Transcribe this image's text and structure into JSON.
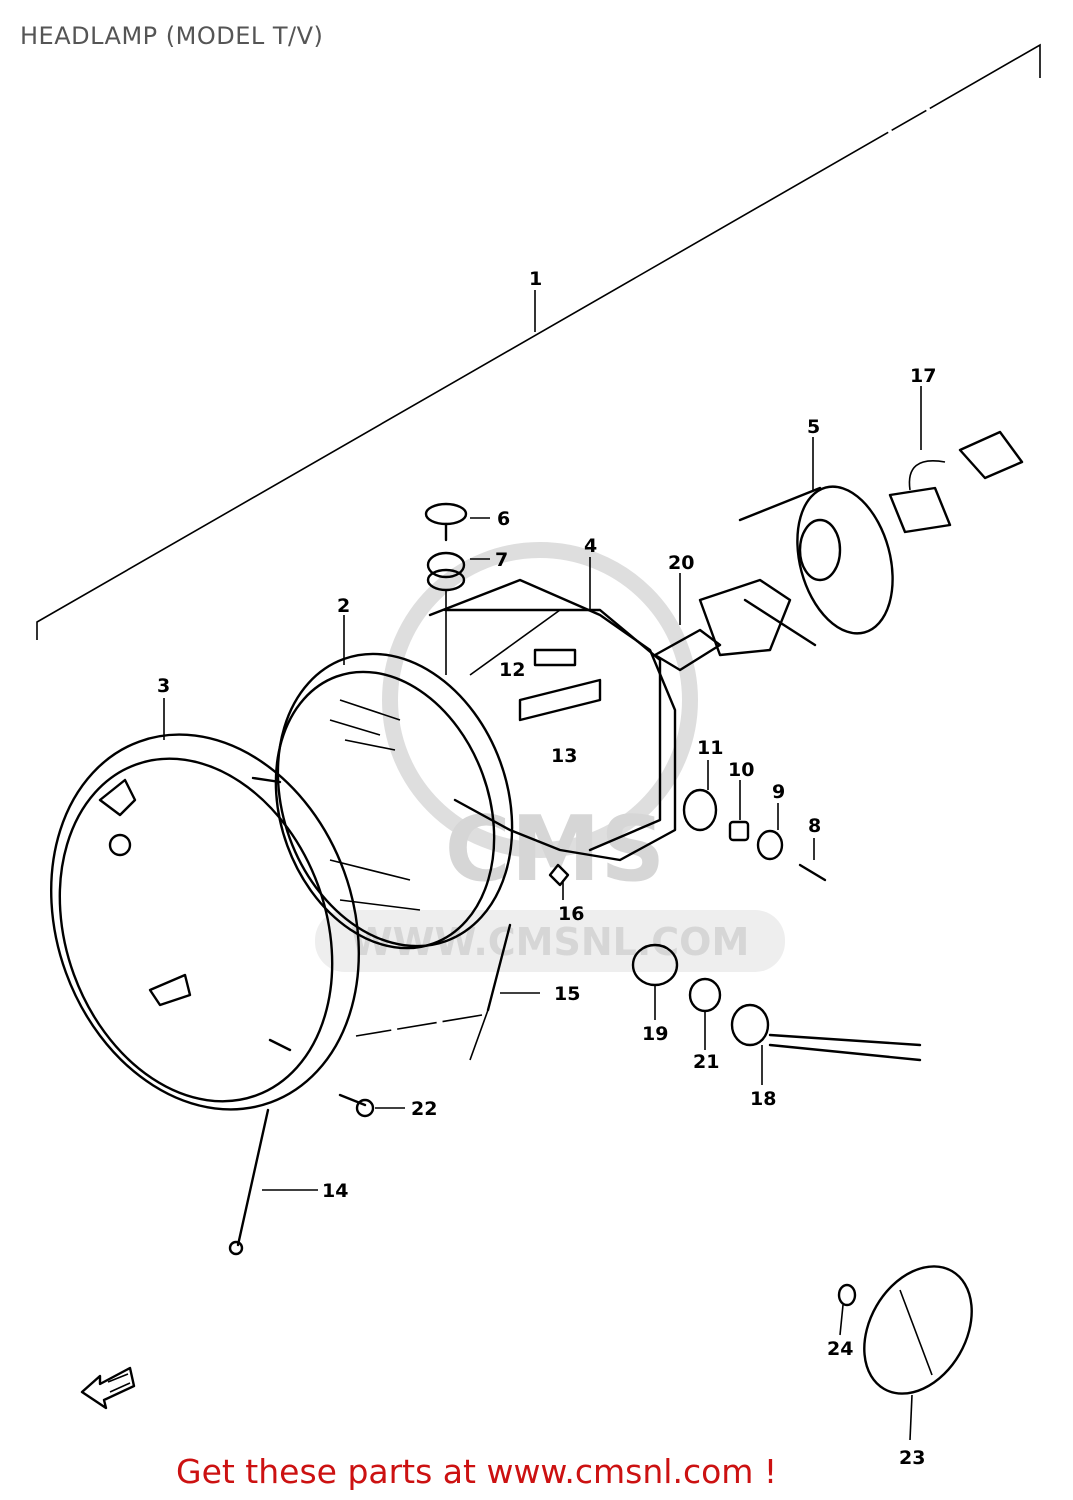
{
  "title": "HEADLAMP (MODEL T/V)",
  "footer": "Get these parts at www.cmsnl.com !",
  "watermark": {
    "logo_text": "CMS",
    "url_text": "WWW.CMSNL.COM"
  },
  "colors": {
    "footer": "#cc1111",
    "title": "#555555",
    "watermark": "#d6d6d6",
    "lines": "#000000"
  },
  "icons": {
    "front_arrow": "arrow-left-icon"
  },
  "part_labels": [
    "1",
    "2",
    "3",
    "4",
    "5",
    "6",
    "7",
    "8",
    "9",
    "10",
    "11",
    "12",
    "13",
    "14",
    "15",
    "16",
    "17",
    "18",
    "19",
    "20",
    "21",
    "22",
    "23",
    "24"
  ]
}
